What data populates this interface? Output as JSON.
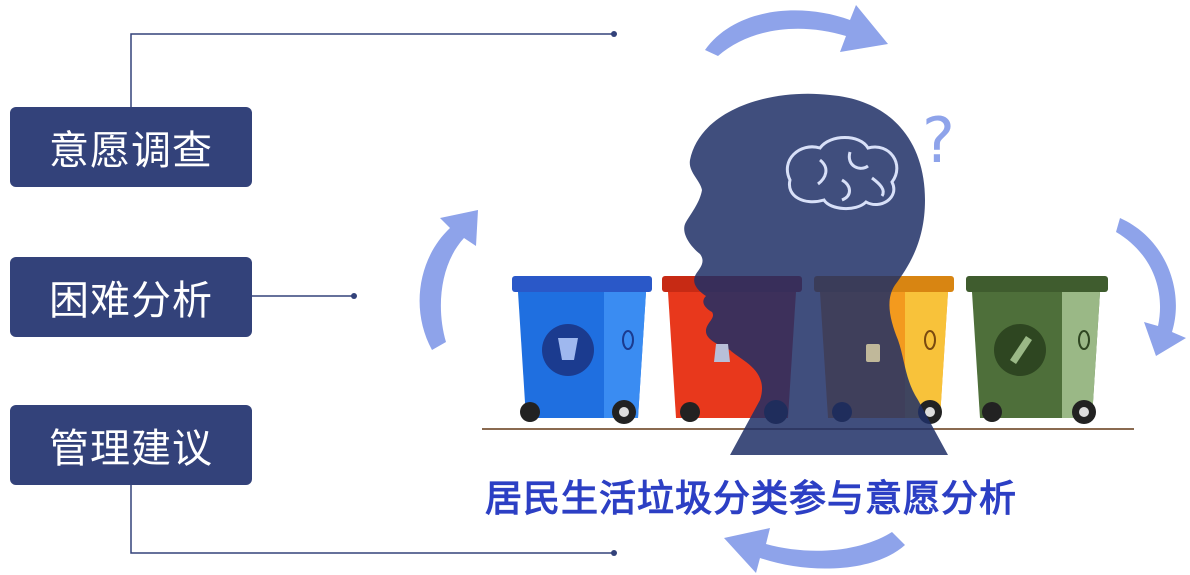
{
  "steps": [
    {
      "label": "意愿调查"
    },
    {
      "label": "困难分析"
    },
    {
      "label": "管理建议"
    }
  ],
  "illustration": {
    "title": "居民生活垃圾分类参与意愿分析",
    "question_mark": "?",
    "icons": [
      "brain-icon",
      "cup-icon",
      "bottle-icon",
      "jar-icon",
      "recycle-bottle-icon"
    ]
  },
  "colors": {
    "box": "#33427a",
    "arrow": "#8ea3ea",
    "head": "#1f2f66",
    "title": "#2c3fc4",
    "bin_blue": "#1f6fe0",
    "bin_red": "#e8381c",
    "bin_orange": "#f39a1e",
    "bin_green": "#4e6f3a"
  }
}
